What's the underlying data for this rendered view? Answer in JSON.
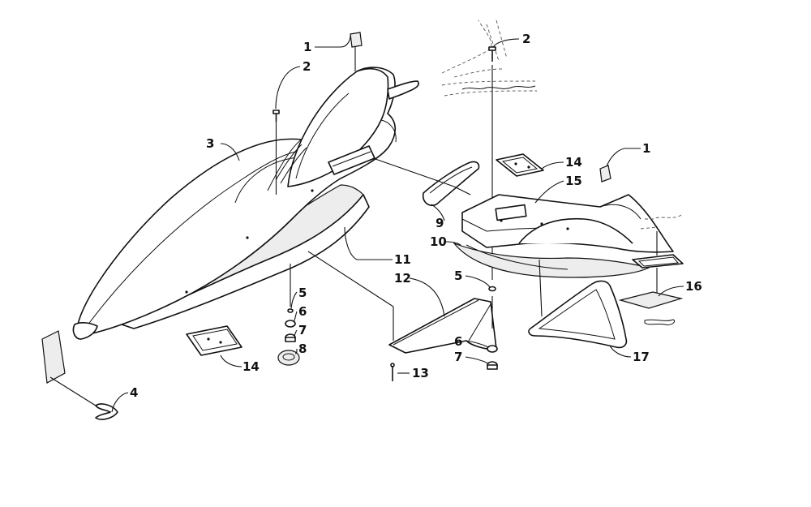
{
  "callouts": [
    {
      "id": "c1a",
      "label": "1"
    },
    {
      "id": "c2a",
      "label": "2"
    },
    {
      "id": "c3",
      "label": "3"
    },
    {
      "id": "c4",
      "label": "4"
    },
    {
      "id": "c14a",
      "label": "14"
    },
    {
      "id": "c5a",
      "label": "5"
    },
    {
      "id": "c6a",
      "label": "6"
    },
    {
      "id": "c7a",
      "label": "7"
    },
    {
      "id": "c8",
      "label": "8"
    },
    {
      "id": "c11",
      "label": "11"
    },
    {
      "id": "c12",
      "label": "12"
    },
    {
      "id": "c13",
      "label": "13"
    },
    {
      "id": "c9",
      "label": "9"
    },
    {
      "id": "c10",
      "label": "10"
    },
    {
      "id": "c5b",
      "label": "5"
    },
    {
      "id": "c6b",
      "label": "6"
    },
    {
      "id": "c7b",
      "label": "7"
    },
    {
      "id": "c2b",
      "label": "2"
    },
    {
      "id": "c14b",
      "label": "14"
    },
    {
      "id": "c15",
      "label": "15"
    },
    {
      "id": "c1b",
      "label": "1"
    },
    {
      "id": "c16",
      "label": "16"
    },
    {
      "id": "c17",
      "label": "17"
    }
  ]
}
